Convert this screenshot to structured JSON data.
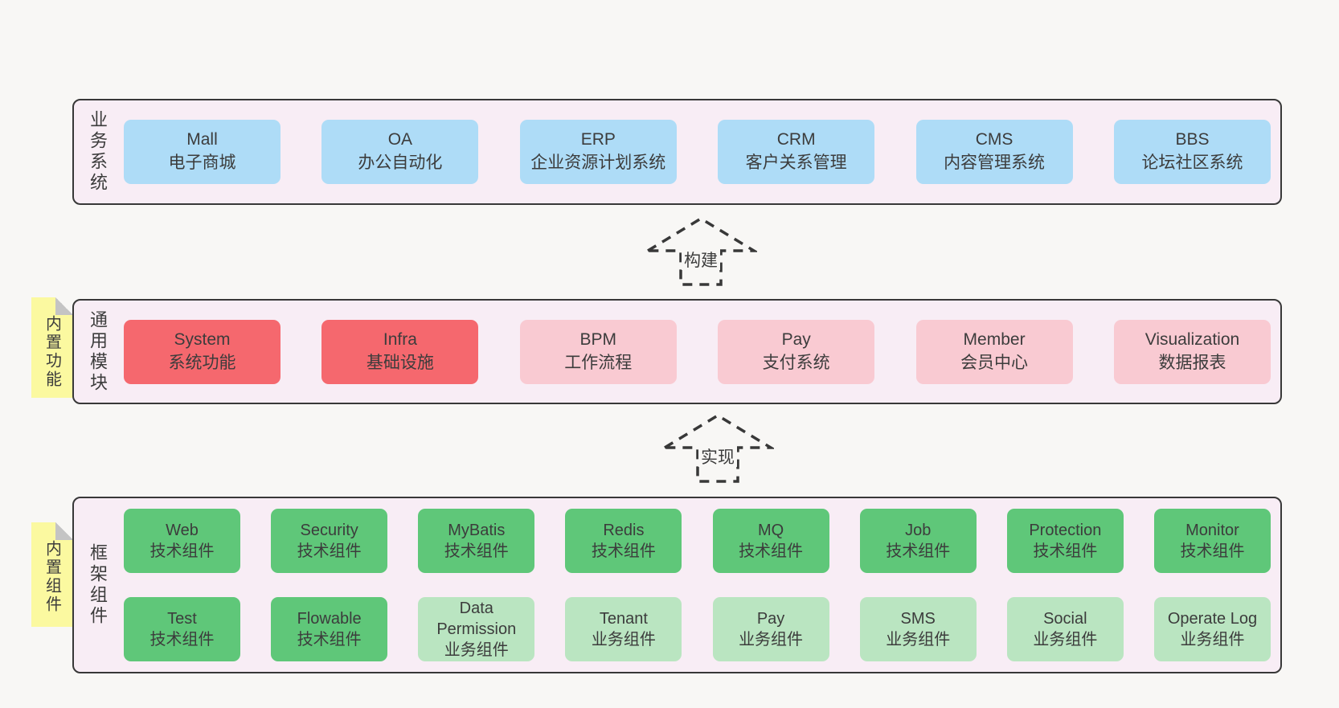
{
  "colors": {
    "page_bg": "#f8f7f5",
    "section_bg": "#f8edf5",
    "section_border": "#383838",
    "box_blue": "#aedcf7",
    "box_red": "#f5686e",
    "box_pink": "#f9cad2",
    "box_green": "#5fc779",
    "box_light_green": "#bae5c1",
    "note_bg": "#fbf9a0",
    "note_fold": "#c4c4c4",
    "text": "#3c3c3c"
  },
  "sections": [
    {
      "label": "业务系统",
      "rows": [
        [
          {
            "name": "Mall",
            "subtitle": "电子商城",
            "type": "blue"
          },
          {
            "name": "OA",
            "subtitle": "办公自动化",
            "type": "blue"
          },
          {
            "name": "ERP",
            "subtitle": "企业资源计划系统",
            "type": "blue"
          },
          {
            "name": "CRM",
            "subtitle": "客户关系管理",
            "type": "blue"
          },
          {
            "name": "CMS",
            "subtitle": "内容管理系统",
            "type": "blue"
          },
          {
            "name": "BBS",
            "subtitle": "论坛社区系统",
            "type": "blue"
          }
        ]
      ]
    },
    {
      "label": "通用模块",
      "note": "内置功能",
      "rows": [
        [
          {
            "name": "System",
            "subtitle": "系统功能",
            "type": "red"
          },
          {
            "name": "Infra",
            "subtitle": "基础设施",
            "type": "red"
          },
          {
            "name": "BPM",
            "subtitle": "工作流程",
            "type": "pink"
          },
          {
            "name": "Pay",
            "subtitle": "支付系统",
            "type": "pink"
          },
          {
            "name": "Member",
            "subtitle": "会员中心",
            "type": "pink"
          },
          {
            "name": "Visualization",
            "subtitle": "数据报表",
            "type": "pink"
          }
        ]
      ]
    },
    {
      "label": "框架组件",
      "note": "内置组件",
      "rows": [
        [
          {
            "name": "Web",
            "subtitle": "技术组件",
            "type": "green"
          },
          {
            "name": "Security",
            "subtitle": "技术组件",
            "type": "green"
          },
          {
            "name": "MyBatis",
            "subtitle": "技术组件",
            "type": "green"
          },
          {
            "name": "Redis",
            "subtitle": "技术组件",
            "type": "green"
          },
          {
            "name": "MQ",
            "subtitle": "技术组件",
            "type": "green"
          },
          {
            "name": "Job",
            "subtitle": "技术组件",
            "type": "green"
          },
          {
            "name": "Protection",
            "subtitle": "技术组件",
            "type": "green"
          },
          {
            "name": "Monitor",
            "subtitle": "技术组件",
            "type": "green"
          }
        ],
        [
          {
            "name": "Test",
            "subtitle": "技术组件",
            "type": "green"
          },
          {
            "name": "Flowable",
            "subtitle": "技术组件",
            "type": "green"
          },
          {
            "name": "Data Permission",
            "subtitle": "业务组件",
            "type": "lightgreen"
          },
          {
            "name": "Tenant",
            "subtitle": "业务组件",
            "type": "lightgreen"
          },
          {
            "name": "Pay",
            "subtitle": "业务组件",
            "type": "lightgreen"
          },
          {
            "name": "SMS",
            "subtitle": "业务组件",
            "type": "lightgreen"
          },
          {
            "name": "Social",
            "subtitle": "业务组件",
            "type": "lightgreen"
          },
          {
            "name": "Operate Log",
            "subtitle": "业务组件",
            "type": "lightgreen"
          }
        ]
      ]
    }
  ],
  "arrows": [
    {
      "label": "构建"
    },
    {
      "label": "实现"
    }
  ]
}
